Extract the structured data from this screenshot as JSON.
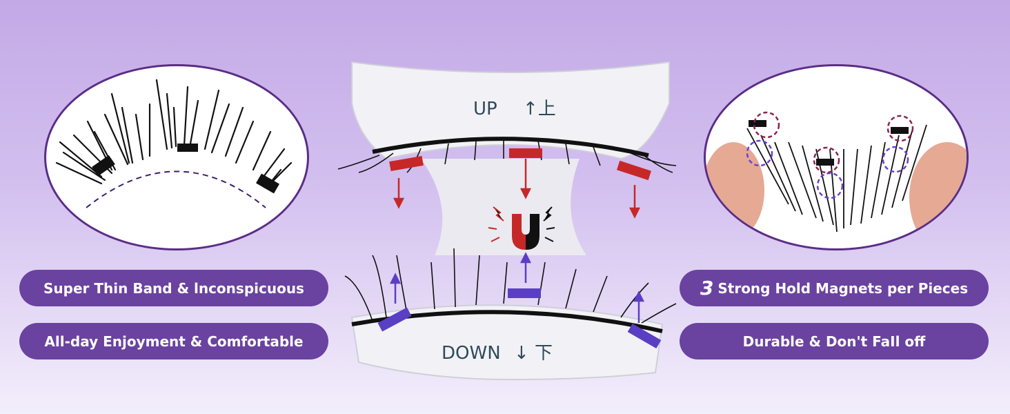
{
  "labels": {
    "up": "UP",
    "up_arrow": "↑上",
    "down": "DOWN",
    "down_arrow": "↓ 下",
    "magnet": "U"
  },
  "features": [
    {
      "text": "Super Thin Band & lnconspicuous"
    },
    {
      "text": "All-day Enjoyment & Comfortable"
    },
    {
      "number": "3",
      "text": "Strong Hold Magnets per Pieces"
    },
    {
      "text": "Durable & Don't FaIl off"
    }
  ],
  "colors": {
    "background_top": "#c3a9e6",
    "background_bottom": "#f3eefb",
    "pill": "#6a42a0",
    "oval_border": "#5b2d86",
    "magnet_red": "#c62828",
    "magnet_blue": "#5a3fc4",
    "circle_red": "#8b2252",
    "circle_blue": "#6a3fd0"
  }
}
